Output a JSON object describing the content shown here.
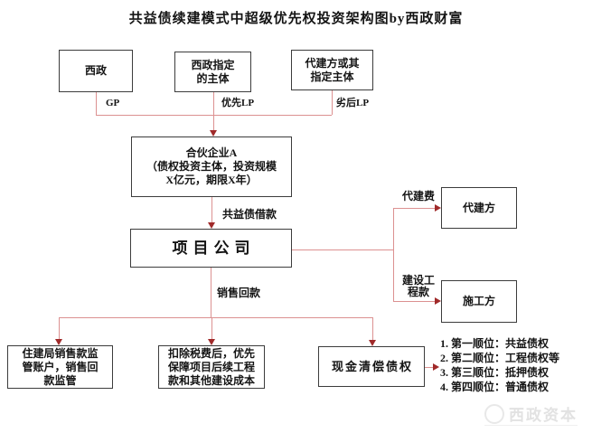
{
  "title": "共益债续建模式中超级优先权投资架构图by西政财富",
  "nodes": {
    "xizheng": {
      "lines": [
        "西政"
      ]
    },
    "designated": {
      "lines": [
        "西政指定",
        "的主体"
      ]
    },
    "agent_or_designated": {
      "lines": [
        "代建方或其",
        "指定主体"
      ]
    },
    "partnership": {
      "lines": [
        "合伙企业A",
        "（债权投资主体，投资规模",
        "X亿元，期限X年）"
      ]
    },
    "project_company": {
      "lines": [
        "项目公司"
      ]
    },
    "agent": {
      "lines": [
        "代建方"
      ]
    },
    "contractor": {
      "lines": [
        "施工方"
      ]
    },
    "regulator_account": {
      "lines": [
        "住建局销售款监",
        "管账户，销售回",
        "款监管"
      ]
    },
    "tax_priority": {
      "lines": [
        "扣除税费后，优先",
        "保障项目后续工程",
        "款和其他建设成本"
      ]
    },
    "cash_repayment": {
      "lines": [
        "现金清偿债权"
      ]
    }
  },
  "edge_labels": {
    "gp": "GP",
    "senior_lp": "优先LP",
    "junior_lp": "劣后LP",
    "common_benefit_loan": "共益债借款",
    "sales_return": "销售回款",
    "agency_fee": "代建费",
    "construction_payment": [
      "建设工",
      "程款"
    ]
  },
  "priority_list": [
    "1. 第一顺位：共益债权",
    "2. 第二顺位：工程债权等",
    "3. 第三顺位：抵押债权",
    "4. 第四顺位：普通债权"
  ],
  "watermark": {
    "text": "西政资本"
  },
  "colors": {
    "connector_line": "#DC9191",
    "arrowhead": "#A02A2A",
    "box_border": "#3C3C3C",
    "text": "#141414",
    "watermark": "#E2E2E2"
  }
}
